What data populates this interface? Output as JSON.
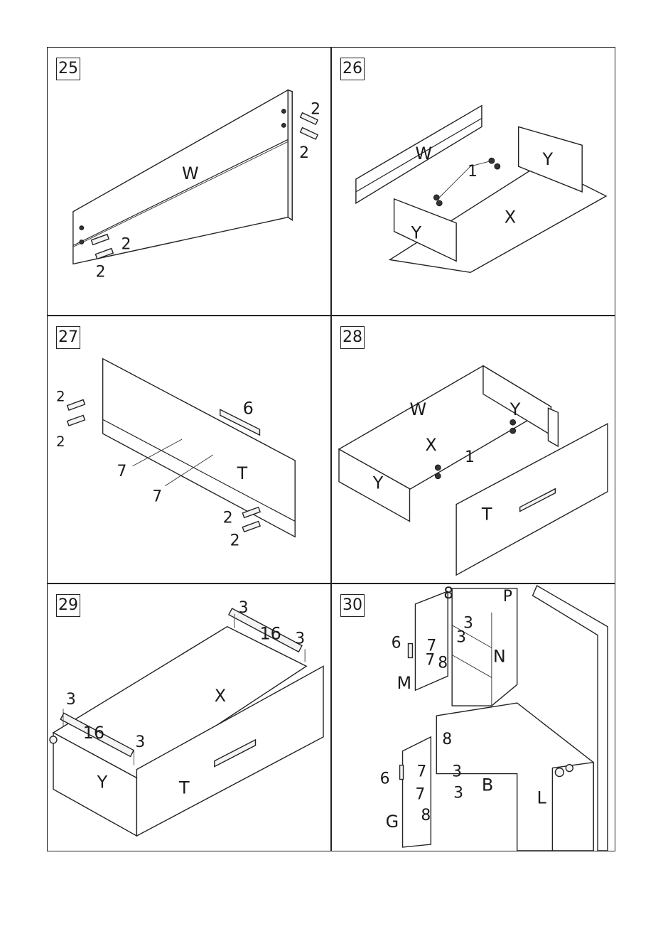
{
  "steps": [
    {
      "number": "25",
      "labels": {
        "panel": "W",
        "dowels": [
          "2",
          "2",
          "2",
          "2"
        ]
      }
    },
    {
      "number": "26",
      "labels": {
        "back": "W",
        "side_right": "Y",
        "side_left": "Y",
        "bottom": "X",
        "cam": "1"
      }
    },
    {
      "number": "27",
      "labels": {
        "front": "T",
        "handle": "6",
        "dowels": [
          "2",
          "2",
          "2",
          "2"
        ],
        "screws": [
          "7",
          "7"
        ]
      }
    },
    {
      "number": "28",
      "labels": {
        "back": "W",
        "side_right": "Y",
        "side_left": "Y",
        "bottom": "X",
        "cam": "1",
        "front": "T"
      }
    },
    {
      "number": "29",
      "labels": {
        "bottom": "X",
        "front": "T",
        "side": "Y",
        "slides": [
          "16",
          "16"
        ],
        "screws": [
          "3",
          "3",
          "3",
          "3"
        ]
      }
    },
    {
      "number": "30",
      "labels": {
        "top_P": "P",
        "shelf_N": "N",
        "door_M": "M",
        "handle_top": "6",
        "screws_top": [
          "7",
          "7"
        ],
        "hinge_top": [
          "8",
          "8"
        ],
        "mount_top": [
          "3",
          "3"
        ],
        "body_B": "B",
        "leg_L": "L",
        "door_G": "G",
        "handle_bottom": "6",
        "screws_bottom": [
          "7",
          "7"
        ],
        "hinge_bottom": [
          "8",
          "8"
        ],
        "mount_bottom": [
          "3",
          "3"
        ]
      }
    }
  ]
}
